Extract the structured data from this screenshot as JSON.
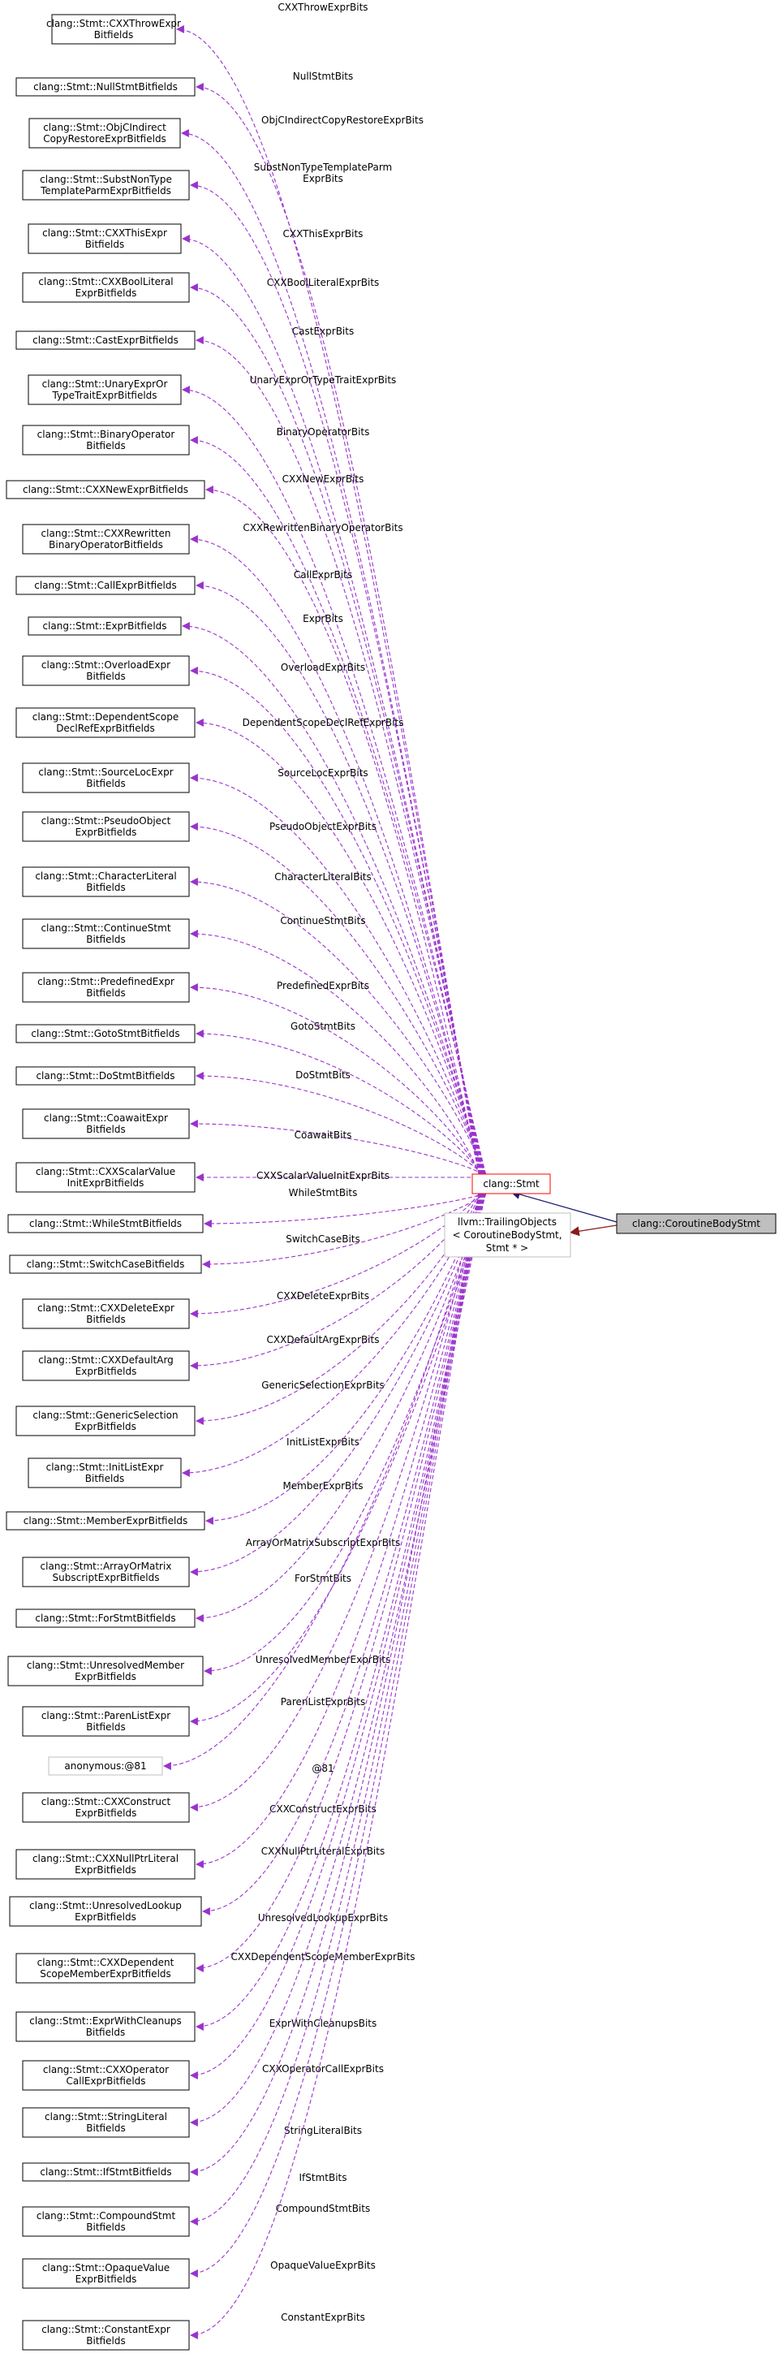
{
  "colors": {
    "member_edge": "#9a32cd",
    "inherit_edge": "#191970",
    "template_edge": "#8b1a1a",
    "focus_fill": "#bfbfbf",
    "stmt_border": "#ff0000",
    "gray_border": "#bfbfbf",
    "node_border": "#000000",
    "node_fill": "#ffffff"
  },
  "focus_node": {
    "label": "clang::CoroutineBodyStmt"
  },
  "stmt_node": {
    "label": "clang::Stmt"
  },
  "template_node": {
    "lines": [
      "llvm::TrailingObjects",
      "< CoroutineBodyStmt,",
      "Stmt * >"
    ]
  },
  "members": [
    {
      "lines": [
        "clang::Stmt::CXXThrowExpr",
        "Bitfields"
      ],
      "edge_label": [
        "CXXThrowExprBits"
      ]
    },
    {
      "lines": [
        "clang::Stmt::NullStmtBitfields"
      ],
      "edge_label": [
        "NullStmtBits"
      ]
    },
    {
      "lines": [
        "clang::Stmt::ObjCIndirect",
        "CopyRestoreExprBitfields"
      ],
      "edge_label": [
        "ObjCIndirectCopyRestoreExprBits"
      ]
    },
    {
      "lines": [
        "clang::Stmt::SubstNonType",
        "TemplateParmExprBitfields"
      ],
      "edge_label": [
        "SubstNonTypeTemplateParm",
        "ExprBits"
      ]
    },
    {
      "lines": [
        "clang::Stmt::CXXThisExpr",
        "Bitfields"
      ],
      "edge_label": [
        "CXXThisExprBits"
      ]
    },
    {
      "lines": [
        "clang::Stmt::CXXBoolLiteral",
        "ExprBitfields"
      ],
      "edge_label": [
        "CXXBoolLiteralExprBits"
      ]
    },
    {
      "lines": [
        "clang::Stmt::CastExprBitfields"
      ],
      "edge_label": [
        "CastExprBits"
      ]
    },
    {
      "lines": [
        "clang::Stmt::UnaryExprOr",
        "TypeTraitExprBitfields"
      ],
      "edge_label": [
        "UnaryExprOrTypeTraitExprBits"
      ]
    },
    {
      "lines": [
        "clang::Stmt::BinaryOperator",
        "Bitfields"
      ],
      "edge_label": [
        "BinaryOperatorBits"
      ]
    },
    {
      "lines": [
        "clang::Stmt::CXXNewExprBitfields"
      ],
      "edge_label": [
        "CXXNewExprBits"
      ]
    },
    {
      "lines": [
        "clang::Stmt::CXXRewritten",
        "BinaryOperatorBitfields"
      ],
      "edge_label": [
        "CXXRewrittenBinaryOperatorBits"
      ]
    },
    {
      "lines": [
        "clang::Stmt::CallExprBitfields"
      ],
      "edge_label": [
        "CallExprBits"
      ]
    },
    {
      "lines": [
        "clang::Stmt::ExprBitfields"
      ],
      "edge_label": [
        "ExprBits"
      ]
    },
    {
      "lines": [
        "clang::Stmt::OverloadExpr",
        "Bitfields"
      ],
      "edge_label": [
        "OverloadExprBits"
      ]
    },
    {
      "lines": [
        "clang::Stmt::DependentScope",
        "DeclRefExprBitfields"
      ],
      "edge_label": [
        "DependentScopeDeclRefExprBits"
      ]
    },
    {
      "lines": [
        "clang::Stmt::SourceLocExpr",
        "Bitfields"
      ],
      "edge_label": [
        "SourceLocExprBits"
      ]
    },
    {
      "lines": [
        "clang::Stmt::PseudoObject",
        "ExprBitfields"
      ],
      "edge_label": [
        "PseudoObjectExprBits"
      ]
    },
    {
      "lines": [
        "clang::Stmt::CharacterLiteral",
        "Bitfields"
      ],
      "edge_label": [
        "CharacterLiteralBits"
      ]
    },
    {
      "lines": [
        "clang::Stmt::ContinueStmt",
        "Bitfields"
      ],
      "edge_label": [
        "ContinueStmtBits"
      ]
    },
    {
      "lines": [
        "clang::Stmt::PredefinedExpr",
        "Bitfields"
      ],
      "edge_label": [
        "PredefinedExprBits"
      ]
    },
    {
      "lines": [
        "clang::Stmt::GotoStmtBitfields"
      ],
      "edge_label": [
        "GotoStmtBits"
      ]
    },
    {
      "lines": [
        "clang::Stmt::DoStmtBitfields"
      ],
      "edge_label": [
        "DoStmtBits"
      ]
    },
    {
      "lines": [
        "clang::Stmt::CoawaitExpr",
        "Bitfields"
      ],
      "edge_label": [
        "CoawaitBits"
      ]
    },
    {
      "lines": [
        "clang::Stmt::CXXScalarValue",
        "InitExprBitfields"
      ],
      "edge_label": [
        "CXXScalarValueInitExprBits"
      ]
    },
    {
      "lines": [
        "clang::Stmt::WhileStmtBitfields"
      ],
      "edge_label": [
        "WhileStmtBits"
      ]
    },
    {
      "lines": [
        "clang::Stmt::SwitchCaseBitfields"
      ],
      "edge_label": [
        "SwitchCaseBits"
      ]
    },
    {
      "lines": [
        "clang::Stmt::CXXDeleteExpr",
        "Bitfields"
      ],
      "edge_label": [
        "CXXDeleteExprBits"
      ]
    },
    {
      "lines": [
        "clang::Stmt::CXXDefaultArg",
        "ExprBitfields"
      ],
      "edge_label": [
        "CXXDefaultArgExprBits"
      ]
    },
    {
      "lines": [
        "clang::Stmt::GenericSelection",
        "ExprBitfields"
      ],
      "edge_label": [
        "GenericSelectionExprBits"
      ]
    },
    {
      "lines": [
        "clang::Stmt::InitListExpr",
        "Bitfields"
      ],
      "edge_label": [
        "InitListExprBits"
      ]
    },
    {
      "lines": [
        "clang::Stmt::MemberExprBitfields"
      ],
      "edge_label": [
        "MemberExprBits"
      ]
    },
    {
      "lines": [
        "clang::Stmt::ArrayOrMatrix",
        "SubscriptExprBitfields"
      ],
      "edge_label": [
        "ArrayOrMatrixSubscriptExprBits"
      ]
    },
    {
      "lines": [
        "clang::Stmt::ForStmtBitfields"
      ],
      "edge_label": [
        "ForStmtBits"
      ]
    },
    {
      "lines": [
        "clang::Stmt::UnresolvedMember",
        "ExprBitfields"
      ],
      "edge_label": [
        "UnresolvedMemberExprBits"
      ]
    },
    {
      "lines": [
        "clang::Stmt::ParenListExpr",
        "Bitfields"
      ],
      "edge_label": [
        "ParenListExprBits"
      ]
    },
    {
      "lines": [
        "anonymous:@81"
      ],
      "edge_label": [
        "@81"
      ],
      "gray": true
    },
    {
      "lines": [
        "clang::Stmt::CXXConstruct",
        "ExprBitfields"
      ],
      "edge_label": [
        "CXXConstructExprBits"
      ]
    },
    {
      "lines": [
        "clang::Stmt::CXXNullPtrLiteral",
        "ExprBitfields"
      ],
      "edge_label": [
        "CXXNullPtrLiteralExprBits"
      ]
    },
    {
      "lines": [
        "clang::Stmt::UnresolvedLookup",
        "ExprBitfields"
      ],
      "edge_label": [
        "UnresolvedLookupExprBits"
      ]
    },
    {
      "lines": [
        "clang::Stmt::CXXDependent",
        "ScopeMemberExprBitfields"
      ],
      "edge_label": [
        "CXXDependentScopeMemberExprBits"
      ]
    },
    {
      "lines": [
        "clang::Stmt::ExprWithCleanups",
        "Bitfields"
      ],
      "edge_label": [
        "ExprWithCleanupsBits"
      ]
    },
    {
      "lines": [
        "clang::Stmt::CXXOperator",
        "CallExprBitfields"
      ],
      "edge_label": [
        "CXXOperatorCallExprBits"
      ]
    },
    {
      "lines": [
        "clang::Stmt::StringLiteral",
        "Bitfields"
      ],
      "edge_label": [
        "StringLiteralBits"
      ]
    },
    {
      "lines": [
        "clang::Stmt::IfStmtBitfields"
      ],
      "edge_label": [
        "IfStmtBits"
      ]
    },
    {
      "lines": [
        "clang::Stmt::CompoundStmt",
        "Bitfields"
      ],
      "edge_label": [
        "CompoundStmtBits"
      ]
    },
    {
      "lines": [
        "clang::Stmt::OpaqueValue",
        "ExprBitfields"
      ],
      "edge_label": [
        "OpaqueValueExprBits"
      ]
    },
    {
      "lines": [
        "clang::Stmt::ConstantExpr",
        "Bitfields"
      ],
      "edge_label": [
        "ConstantExprBits"
      ]
    }
  ]
}
